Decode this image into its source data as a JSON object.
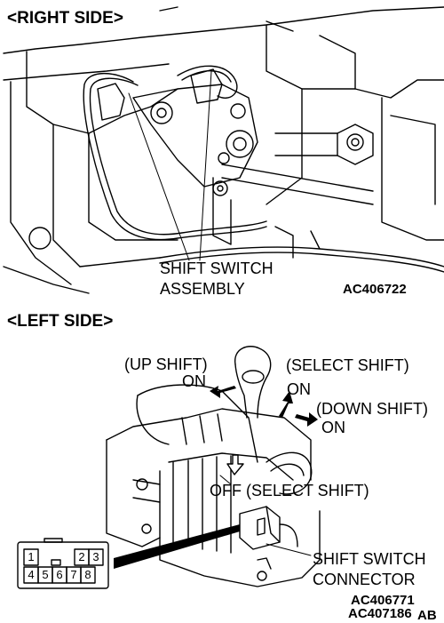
{
  "figure": {
    "right_side": {
      "heading": "<RIGHT SIDE>",
      "callout_line1": "SHIFT SWITCH",
      "callout_line2": "ASSEMBLY",
      "code": "AC406722"
    },
    "left_side": {
      "heading": "<LEFT SIDE>",
      "up_shift_line1": "(UP SHIFT)",
      "up_shift_line2": "ON",
      "select_shift_line1": "(SELECT SHIFT)",
      "select_shift_line2": "ON",
      "down_shift_line1": "(DOWN SHIFT)",
      "down_shift_line2": "ON",
      "off_select_shift": "OFF (SELECT SHIFT)",
      "connector_line1": "SHIFT SWITCH",
      "connector_line2": "CONNECTOR",
      "code1": "AC406771",
      "code2": "AC407186",
      "code2_suffix": "AB"
    },
    "connector_pins": {
      "top": [
        "1",
        "2",
        "3"
      ],
      "bottom": [
        "4",
        "5",
        "6",
        "7",
        "8"
      ]
    }
  }
}
